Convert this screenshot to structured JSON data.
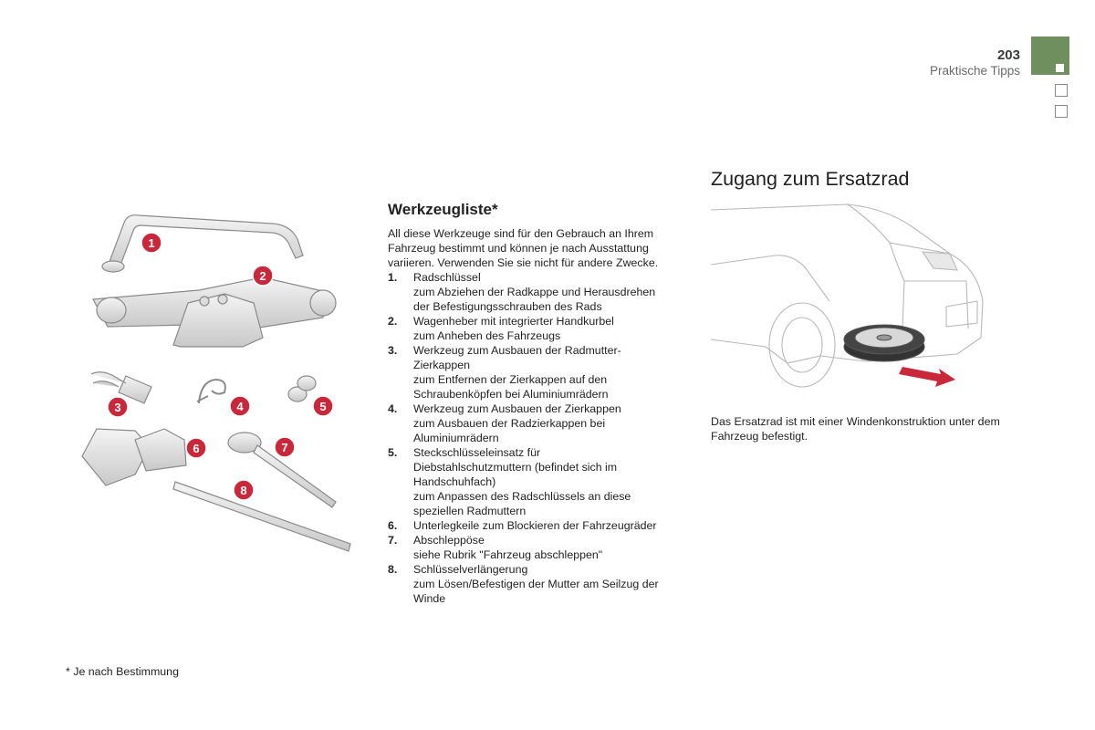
{
  "header": {
    "page_number": "203",
    "section": "Praktische Tipps"
  },
  "tools": {
    "heading": "Werkzeugliste*",
    "intro": "All diese Werkzeuge sind für den Gebrauch an Ihrem Fahrzeug bestimmt und können je nach Ausstattung variieren. Verwenden Sie sie nicht für andere Zwecke.",
    "items": [
      {
        "num": "1.",
        "lines": [
          "Radschlüssel",
          "zum Abziehen der Radkappe und Herausdrehen",
          "der Befestigungsschrauben des Rads"
        ]
      },
      {
        "num": "2.",
        "lines": [
          "Wagenheber mit integrierter Handkurbel",
          "zum Anheben des Fahrzeugs"
        ]
      },
      {
        "num": "3.",
        "lines": [
          "Werkzeug zum Ausbauen der Radmutter-",
          "Zierkappen",
          "zum Entfernen der Zierkappen auf den",
          "Schraubenköpfen bei Aluminiumrädern"
        ]
      },
      {
        "num": "4.",
        "lines": [
          "Werkzeug zum Ausbauen der Zierkappen",
          "zum Ausbauen der Radzierkappen bei",
          "Aluminiumrädern"
        ]
      },
      {
        "num": "5.",
        "lines": [
          "Steckschlüsseleinsatz für",
          "Diebstahlschutzmuttern (befindet sich im",
          "Handschuhfach)",
          "zum Anpassen des Radschlüssels an diese",
          "speziellen Radmuttern"
        ]
      },
      {
        "num": "6.",
        "lines": [
          "Unterlegkeile zum Blockieren der Fahrzeugräder"
        ]
      },
      {
        "num": "7.",
        "lines": [
          "Abschleppöse",
          "siehe Rubrik \"Fahrzeug abschleppen\""
        ]
      },
      {
        "num": "8.",
        "lines": [
          "Schlüsselverlängerung",
          "zum Lösen/Befestigen der Mutter am Seilzug der",
          "Winde"
        ]
      }
    ],
    "callouts": [
      "1",
      "2",
      "3",
      "4",
      "5",
      "6",
      "7",
      "8"
    ]
  },
  "spare": {
    "title": "Zugang zum Ersatzrad",
    "caption": "Das Ersatzrad ist mit einer Windenkonstruktion unter dem Fahrzeug befestigt."
  },
  "footnote": "* Je nach Bestimmung",
  "colors": {
    "chapter_tab": "#6f8f5f",
    "callout_red": "#c8283a"
  }
}
